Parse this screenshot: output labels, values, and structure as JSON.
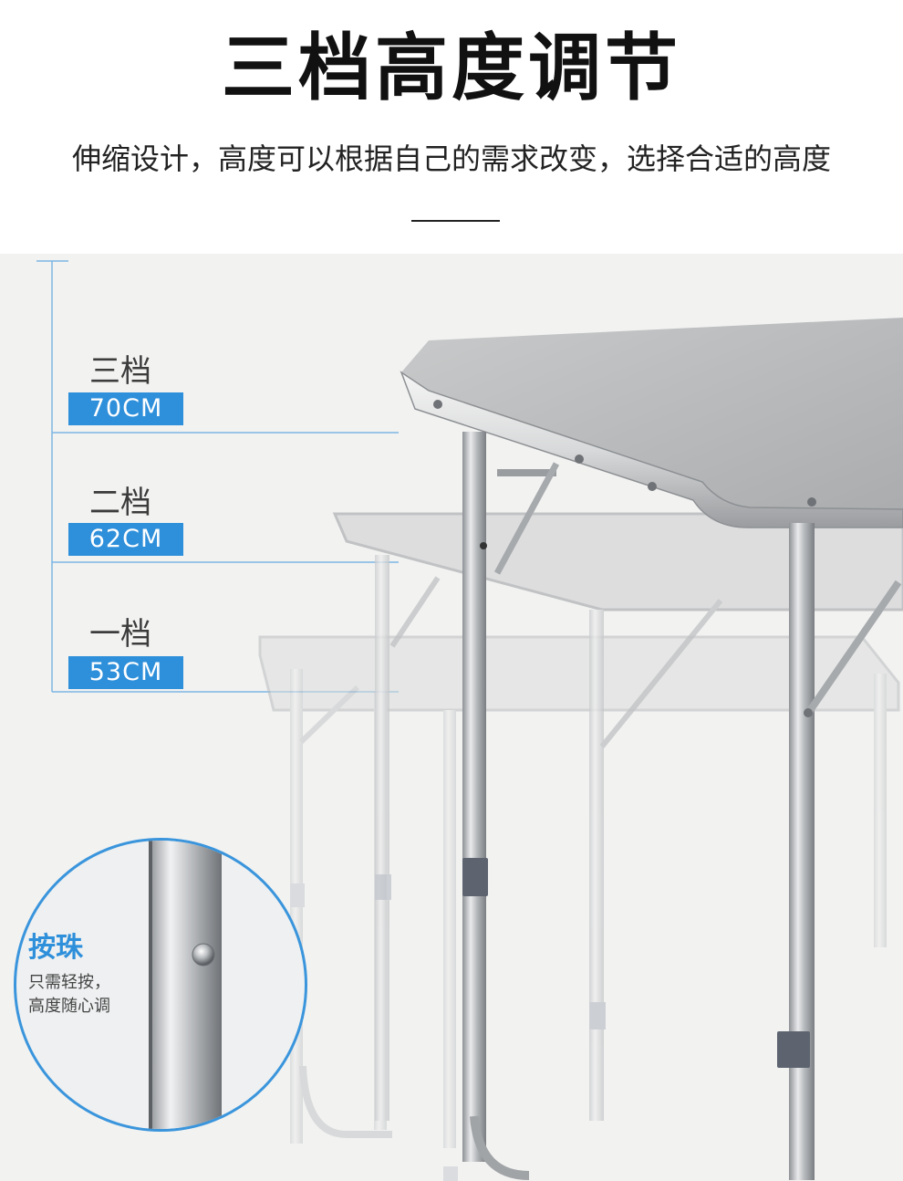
{
  "header": {
    "title": "三档高度调节",
    "subtitle": "伸缩设计，高度可以根据自己的需求改变，选择合适的高度"
  },
  "levels": [
    {
      "label": "三档",
      "height": "70CM"
    },
    {
      "label": "二档",
      "height": "62CM"
    },
    {
      "label": "一档",
      "height": "53CM"
    }
  ],
  "zoom": {
    "title": "按珠",
    "line1": "只需轻按，",
    "line2": "高度随心调"
  },
  "colors": {
    "accent": "#2e8fda",
    "photo_background": "#f2f2f1"
  }
}
